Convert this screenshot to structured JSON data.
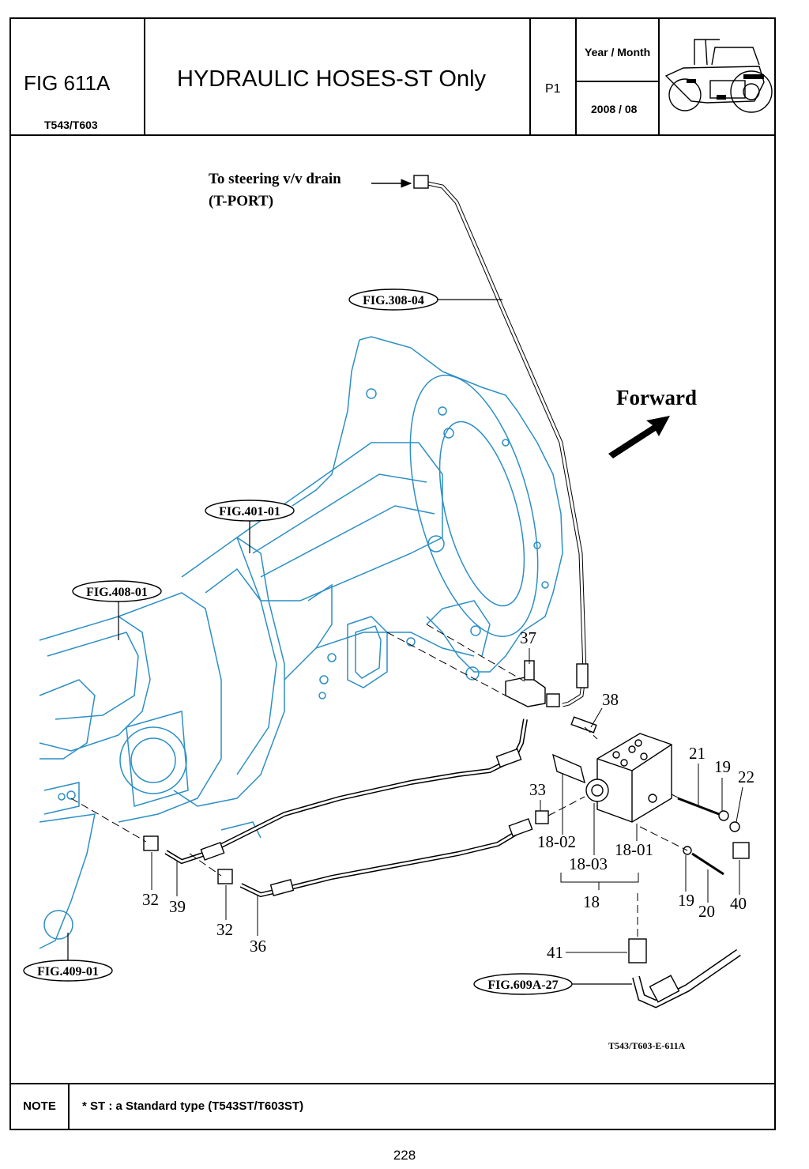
{
  "header": {
    "fig_number": "FIG 611A",
    "models": "T543/T603",
    "title": "HYDRAULIC HOSES-ST Only",
    "page_code": "P1",
    "year_month_label": "Year / Month",
    "year_month_value": "2008 / 08"
  },
  "diagram": {
    "steering_note_line1": "To steering v/v drain",
    "steering_note_line2": "(T-PORT)",
    "forward_label": "Forward",
    "refs": {
      "fig_308": "FIG.308-04",
      "fig_401": "FIG.401-01",
      "fig_408": "FIG.408-01",
      "fig_409": "FIG.409-01",
      "fig_609": "FIG.609A-27"
    },
    "parts": {
      "p37": "37",
      "p38": "38",
      "p21": "21",
      "p19a": "19",
      "p22": "22",
      "p33": "33",
      "p18_02": "18-02",
      "p18_03": "18-03",
      "p18_01": "18-01",
      "p18": "18",
      "p19b": "19",
      "p20": "20",
      "p40": "40",
      "p32a": "32",
      "p39": "39",
      "p32b": "32",
      "p36": "36",
      "p41": "41"
    },
    "drawing_code": "T543/T603-E-611A"
  },
  "note": {
    "label": "NOTE",
    "text": "* ST : a Standard type (T543ST/T603ST)"
  },
  "page_number": "228",
  "colors": {
    "housing_line": "#2c8fc4",
    "ink": "#000000"
  }
}
